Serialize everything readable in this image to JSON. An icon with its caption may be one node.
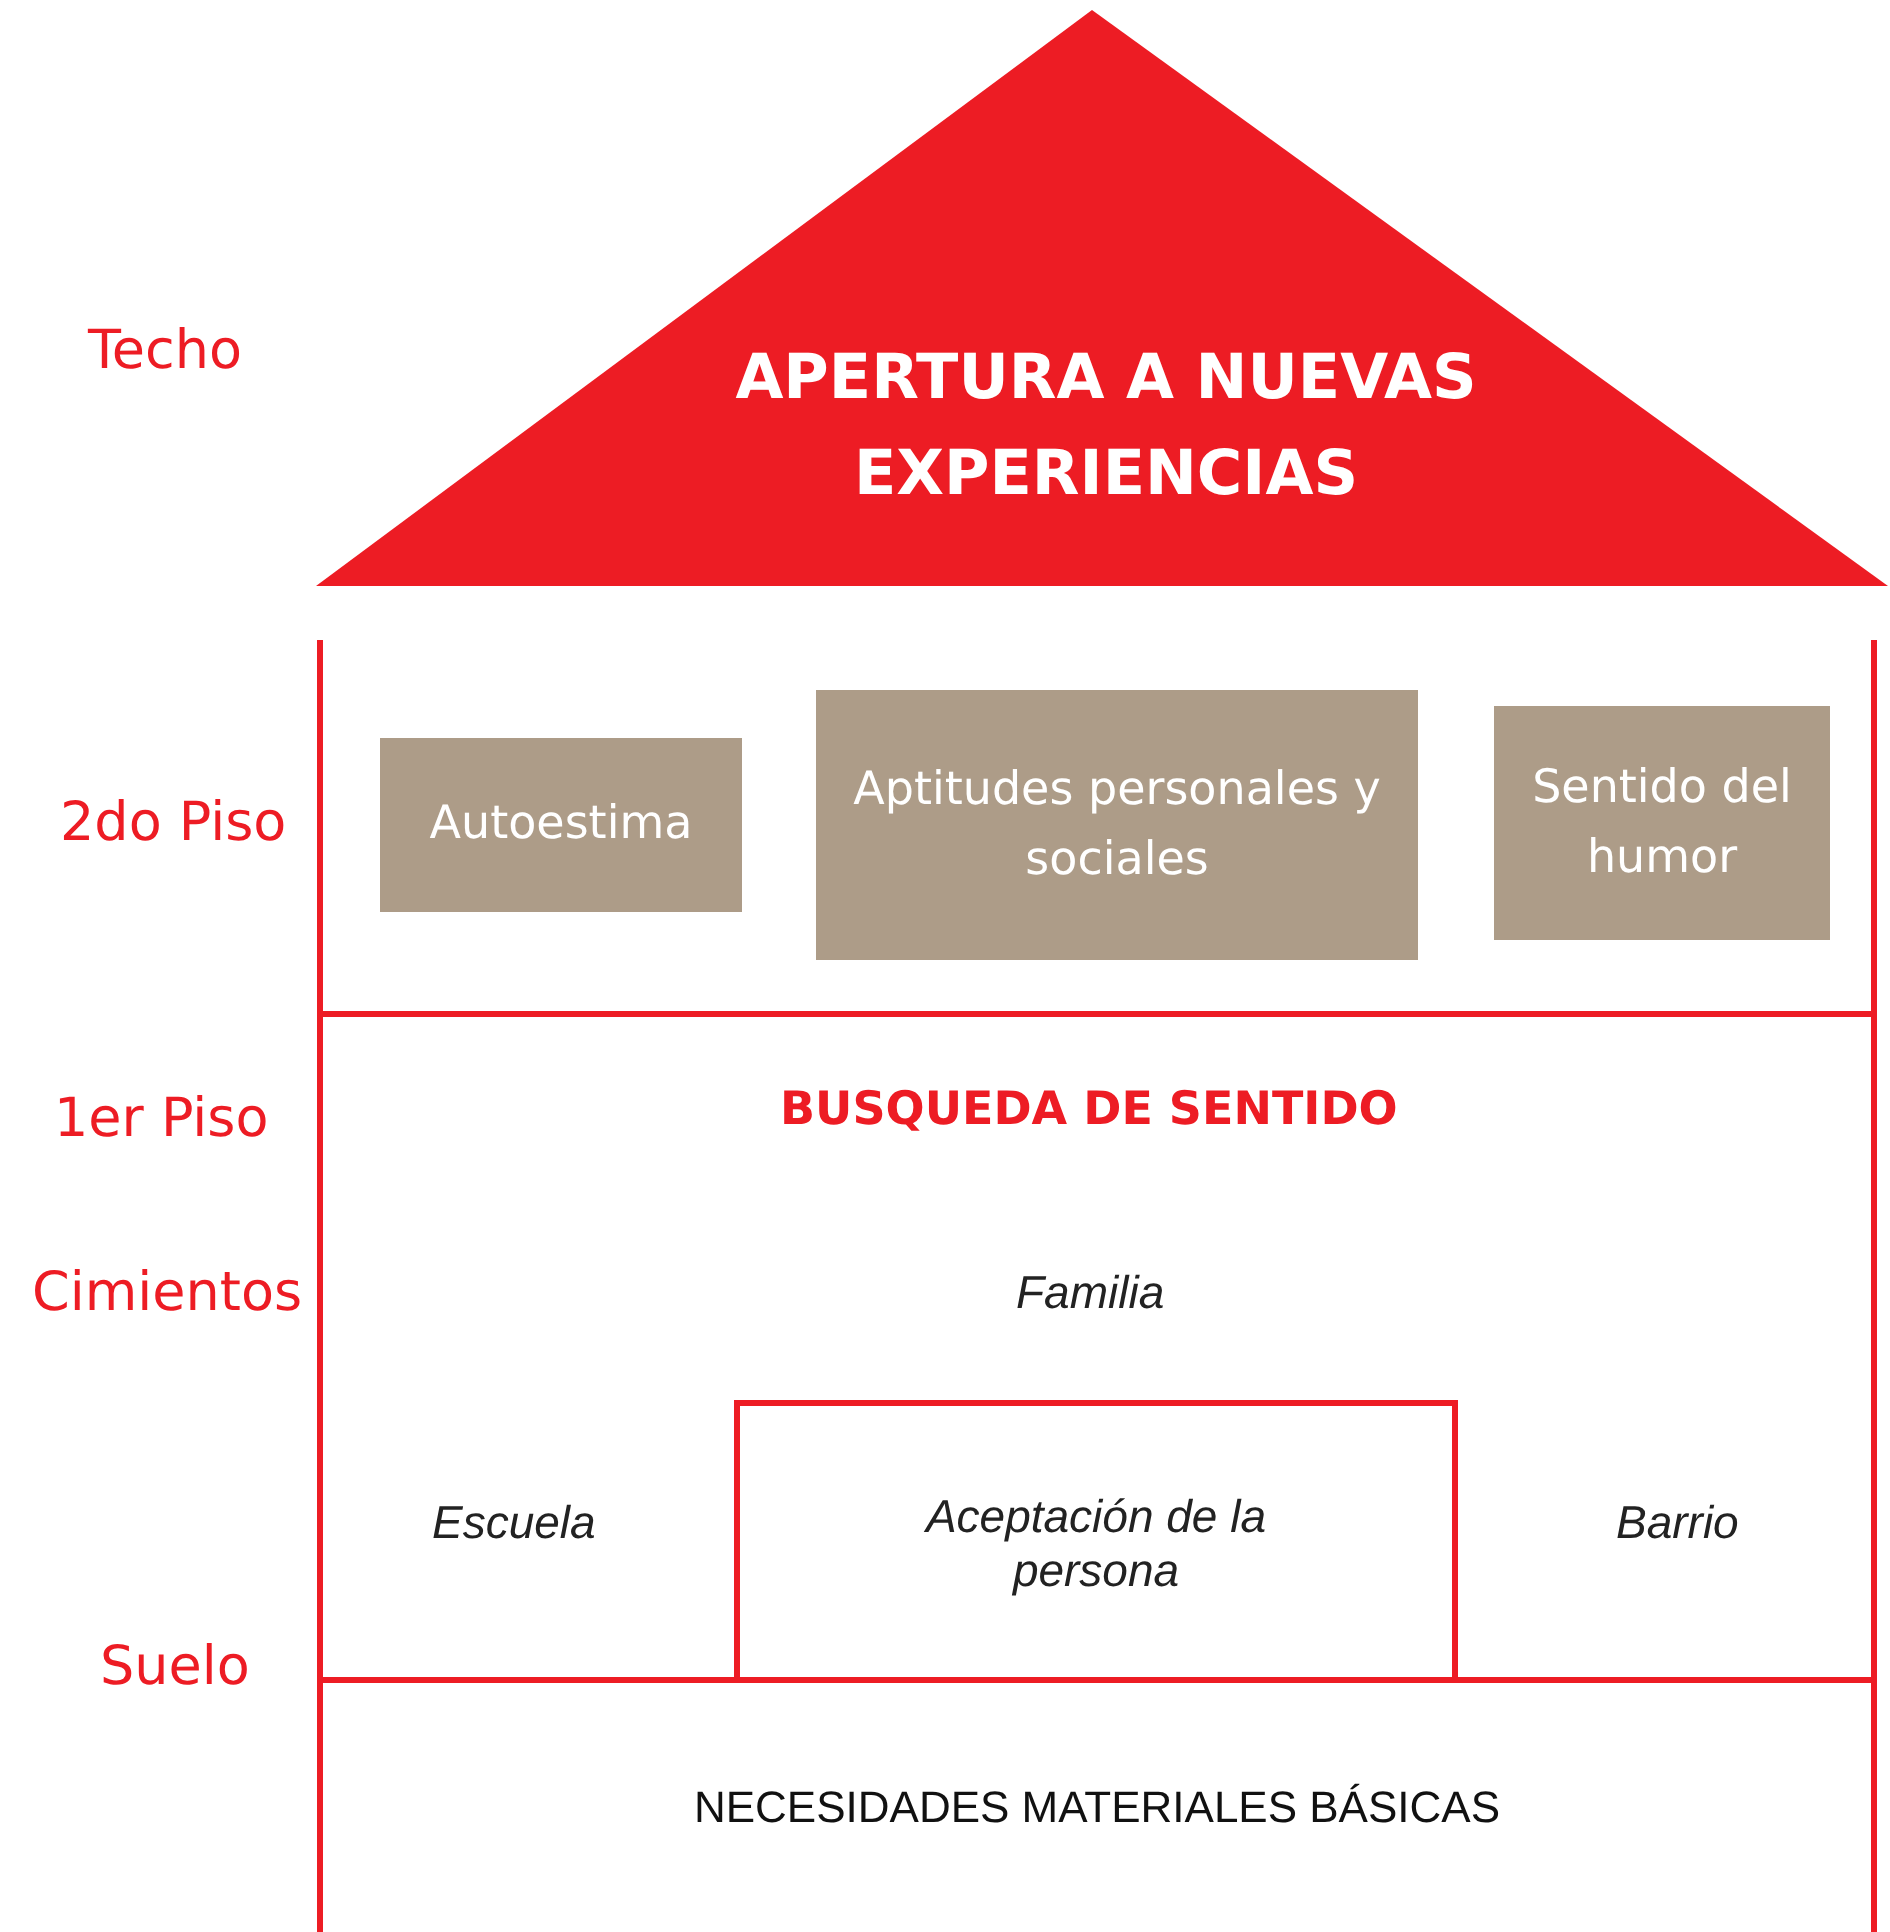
{
  "diagram": {
    "nodes": [
      {
        "text": [
          "APERTURA A NUEVAS EXPERIENCIAS"
        ]
      },
      {
        "text": [
          "Autoestima"
        ]
      },
      {
        "text": [
          "Aptitudes personales y sociales"
        ]
      },
      {
        "text": [
          "Sentido del humor"
        ]
      },
      {
        "text": [
          "Aceptación de la persona"
        ]
      },
      {
        "text": [
          "NECESIDADES MATERIALES BÁSICAS"
        ]
      }
    ],
    "edges": [],
    "labels": [
      "Techo",
      "2do Piso",
      "1er Piso",
      "BUSQUEDA DE SENTIDO",
      "Cimientos",
      "Familia",
      "Escuela",
      "Barrio",
      "Suelo"
    ]
  }
}
